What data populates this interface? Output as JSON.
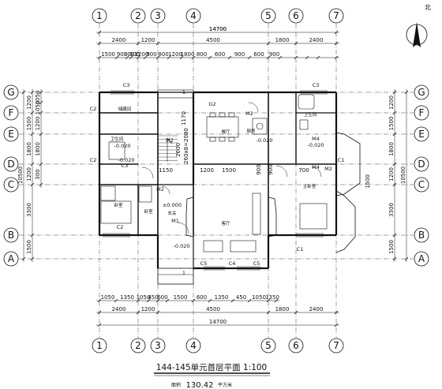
{
  "title": "144-145单元首层平面 1:100",
  "area_label": "面积",
  "area_value": "130.42",
  "area_unit": "平方米",
  "north_label": "北",
  "axes_x": [
    "1",
    "2",
    "3",
    "4",
    "5",
    "6",
    "7"
  ],
  "axes_y": [
    "G",
    "F",
    "E",
    "D",
    "C",
    "B",
    "A"
  ],
  "dims_top_1": [
    "2400",
    "1200",
    "4500",
    "1800",
    "2400"
  ],
  "dims_top_total": "14700",
  "dims_top_2": [
    "1500",
    "900",
    "300",
    "600",
    "1200",
    "900",
    "800",
    "1200",
    "1800",
    "800",
    "600",
    "900",
    "600",
    "900"
  ],
  "dims_bottom_1": [
    "1050",
    "1350",
    "1050",
    "450",
    "600",
    "1500",
    "600",
    "1350",
    "450",
    "1050",
    "1350"
  ],
  "dims_bottom_2": [
    "2400",
    "1200",
    "4500",
    "1800",
    "2400"
  ],
  "dims_bottom_total": "14700",
  "dims_left_1": [
    "1200",
    "1500",
    "1800",
    "1200",
    "3300",
    "1500"
  ],
  "dims_left_2": [
    "1050",
    "1050",
    "1200",
    "1800",
    "300"
  ],
  "dims_left_total": "10500",
  "dims_right_1": [
    "1200",
    "1500",
    "1800",
    "1200",
    "3300",
    "1500"
  ],
  "dims_right_total": "10500",
  "window_tags": [
    "C3",
    "C3",
    "C2",
    "C2",
    "C3",
    "C2",
    "G2",
    "C1",
    "C1",
    "C5",
    "C4",
    "C5",
    "M2",
    "M2",
    "M2",
    "M1",
    "M4",
    "M4",
    "M2",
    "1",
    "1"
  ],
  "rooms": [
    "储藏间",
    "卫生间",
    "厨房",
    "餐厅",
    "卧室",
    "卧室",
    "客厅",
    "主卧室",
    "卫生间",
    "玄关"
  ],
  "levels": [
    "-0.020",
    "-0.020",
    "-0.020",
    "±0.000",
    "-0.020",
    "-0.020"
  ],
  "misc_dims": [
    "1170",
    "2600",
    "260x8=2080",
    "1150",
    "1200",
    "1500",
    "900",
    "900",
    "700",
    "1500"
  ]
}
